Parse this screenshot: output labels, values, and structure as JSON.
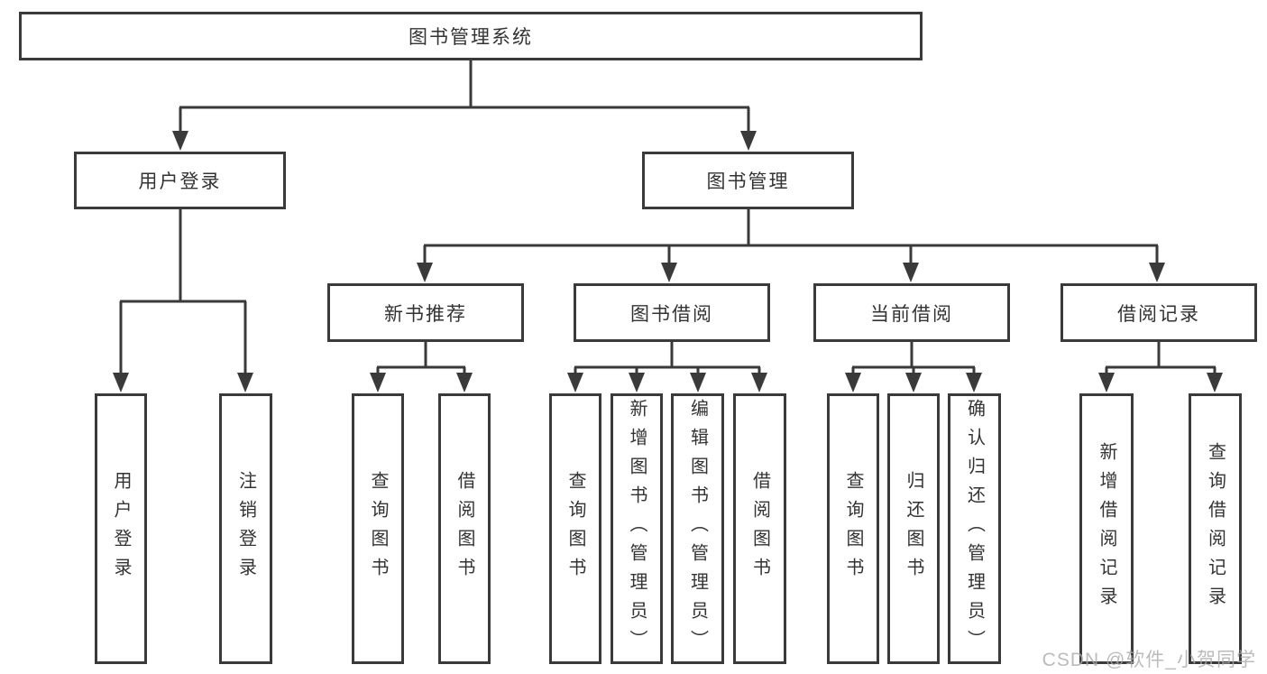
{
  "diagram_title": "图书管理系统",
  "watermark": "CSDN @软件_小贺同学",
  "colors": {
    "line": "#3a3a3a",
    "text": "#333333",
    "background": "#ffffff",
    "watermark_gray": "#ababab"
  },
  "tree": {
    "root": {
      "label": "图书管理系统"
    },
    "branches": [
      {
        "label": "用户登录",
        "leaves": [
          {
            "label": "用户登录"
          },
          {
            "label": "注销登录"
          }
        ]
      },
      {
        "label": "图书管理",
        "groups": [
          {
            "label": "新书推荐",
            "leaves": [
              {
                "label": "查询图书"
              },
              {
                "label": "借阅图书"
              }
            ]
          },
          {
            "label": "图书借阅",
            "leaves": [
              {
                "label": "查询图书"
              },
              {
                "label": "新增图书（管理员）"
              },
              {
                "label": "编辑图书（管理员）"
              },
              {
                "label": "借阅图书"
              }
            ]
          },
          {
            "label": "当前借阅",
            "leaves": [
              {
                "label": "查询图书"
              },
              {
                "label": "归还图书"
              },
              {
                "label": "确认归还（管理员）"
              }
            ]
          },
          {
            "label": "借阅记录",
            "leaves": [
              {
                "label": "新增借阅记录"
              },
              {
                "label": "查询借阅记录"
              }
            ]
          }
        ]
      }
    ]
  }
}
